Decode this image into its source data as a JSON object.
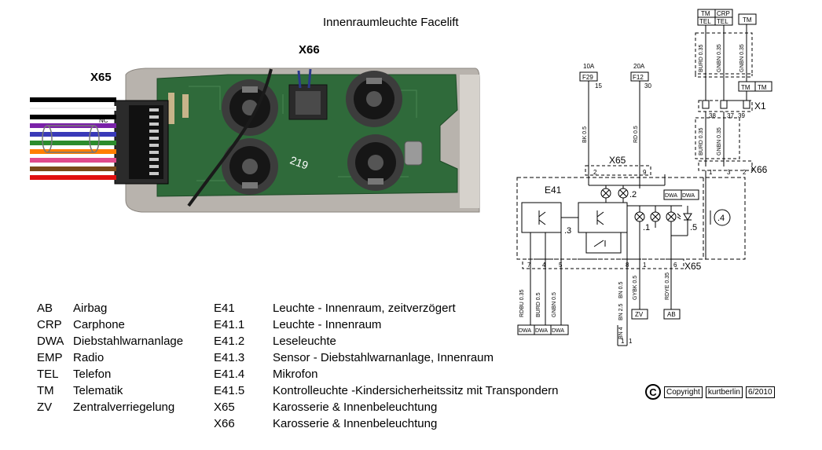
{
  "title": "Innenraumleuchte Facelift",
  "photo": {
    "label_x65": "X65",
    "label_x66": "X66",
    "nc_label": "NC",
    "board_marking": "219",
    "wire_colors": [
      "#000000",
      "#ffffff",
      "#000000",
      "#7a22a8",
      "#3a3ab8",
      "#2c8c2c",
      "#ff7f00",
      "#e04a8c",
      "#7a4a1a",
      "#e01010"
    ]
  },
  "schematic": {
    "fuses": [
      {
        "amps": "10A",
        "name": "F29",
        "pin": "15"
      },
      {
        "amps": "20A",
        "name": "F12",
        "pin": "30"
      }
    ],
    "top_boxes": {
      "tm_crp": [
        "TM",
        "CRP"
      ],
      "tel_tel": [
        "TEL",
        "TEL"
      ],
      "tm": "TM",
      "tm_tm": [
        "TM",
        "TM"
      ]
    },
    "top_wires": [
      "BURD 0.35",
      "GNBN 0.35",
      "GNBN 0.35"
    ],
    "x1": {
      "label": "X1",
      "pins": [
        "38",
        "37",
        "39"
      ]
    },
    "x66_wires": [
      "BURD 0.35",
      "GNBN 0.35"
    ],
    "x66": {
      "label": "X66",
      "pins": [
        "1",
        "3",
        "2"
      ]
    },
    "vertical_wires": [
      "BK 0.5",
      "RD 0.5"
    ],
    "x65_top": {
      "label": "X65",
      "pins": [
        "2",
        "9"
      ]
    },
    "component": "E41",
    "sub_labels": [
      ".1",
      ".2",
      ".3",
      ".4",
      ".5"
    ],
    "dwa_boxes": [
      "DWA",
      "DWA"
    ],
    "x65_bottom": {
      "label": "X65",
      "pins": [
        "7",
        "4",
        "5",
        "8",
        "1",
        "6"
      ]
    },
    "bottom_wires": [
      "RDBU 0.35",
      "BURD 0.5",
      "GNBN 0.5",
      "BN 0.5",
      "GYBK 0.5",
      "RDYE 0.35",
      "BN 2.5",
      "BN 4"
    ],
    "bottom_boxes": [
      "DWA",
      "DWA",
      "DWA",
      "ZV",
      "AB"
    ],
    "ground_labels": [
      "1",
      "1"
    ]
  },
  "legend_abbr": [
    {
      "abbr": "AB",
      "text": "Airbag"
    },
    {
      "abbr": "CRP",
      "text": "Carphone"
    },
    {
      "abbr": "DWA",
      "text": "Diebstahlwarnanlage"
    },
    {
      "abbr": "EMP",
      "text": "Radio"
    },
    {
      "abbr": "TEL",
      "text": "Telefon"
    },
    {
      "abbr": "TM",
      "text": "Telematik"
    },
    {
      "abbr": "ZV",
      "text": "Zentralverriegelung"
    }
  ],
  "legend_components": [
    {
      "code": "E41",
      "text": "Leuchte - Innenraum, zeitverzögert"
    },
    {
      "code": "E41.1",
      "text": "Leuchte - Innenraum"
    },
    {
      "code": "E41.2",
      "text": "Leseleuchte"
    },
    {
      "code": "E41.3",
      "text": "Sensor - Diebstahlwarnanlage, Innenraum"
    },
    {
      "code": "E41.4",
      "text": "Mikrofon"
    },
    {
      "code": "E41.5",
      "text": "Kontrolleuchte -Kindersicherheitssitz mit  Transpondern"
    },
    {
      "code": "X65",
      "text": "Karosserie & Innenbeleuchtung"
    },
    {
      "code": "X66",
      "text": "Karosserie & Innenbeleuchtung"
    }
  ],
  "copyright": {
    "symbol": "C",
    "word": "Copyright",
    "author": "kurtberlin",
    "date": "6/2010"
  }
}
